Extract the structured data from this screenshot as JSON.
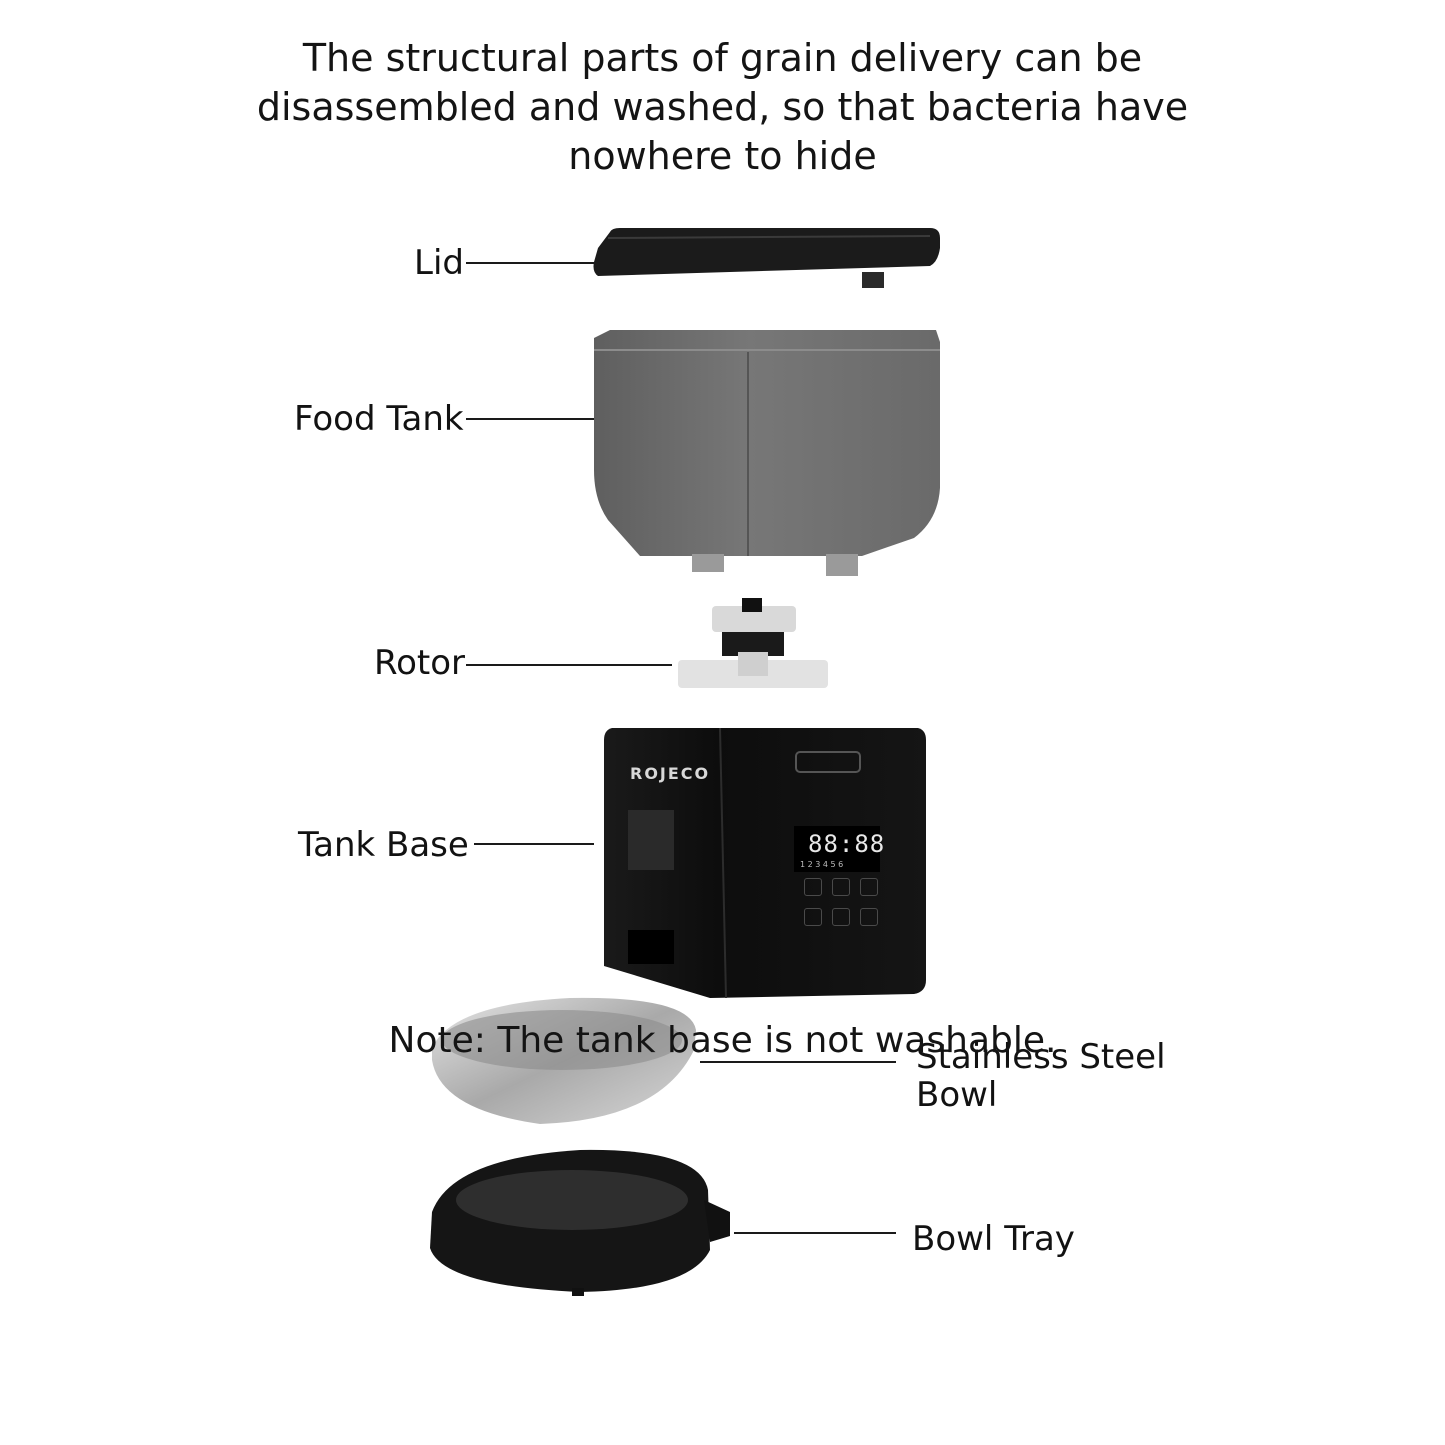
{
  "headline": "The structural parts of grain delivery can be\ndisassembled and washed, so that bacteria have\nnowhere to hide",
  "parts": {
    "lid": "Lid",
    "food_tank": "Food Tank",
    "rotor": "Rotor",
    "tank_base": "Tank Base",
    "steel_bowl": "Stainless Steel\nBowl",
    "bowl_tray": "Bowl Tray"
  },
  "brand": "ROJECO",
  "display": {
    "digits": "88:88",
    "slots": "1 2 3 4 5 6"
  },
  "note": "Note: The tank base is not washable.",
  "colors": {
    "body_black": "#111111",
    "tank_gray": "#6b6b6b",
    "rotor_white": "#e6e6e6",
    "steel": "#b9b9b9"
  }
}
